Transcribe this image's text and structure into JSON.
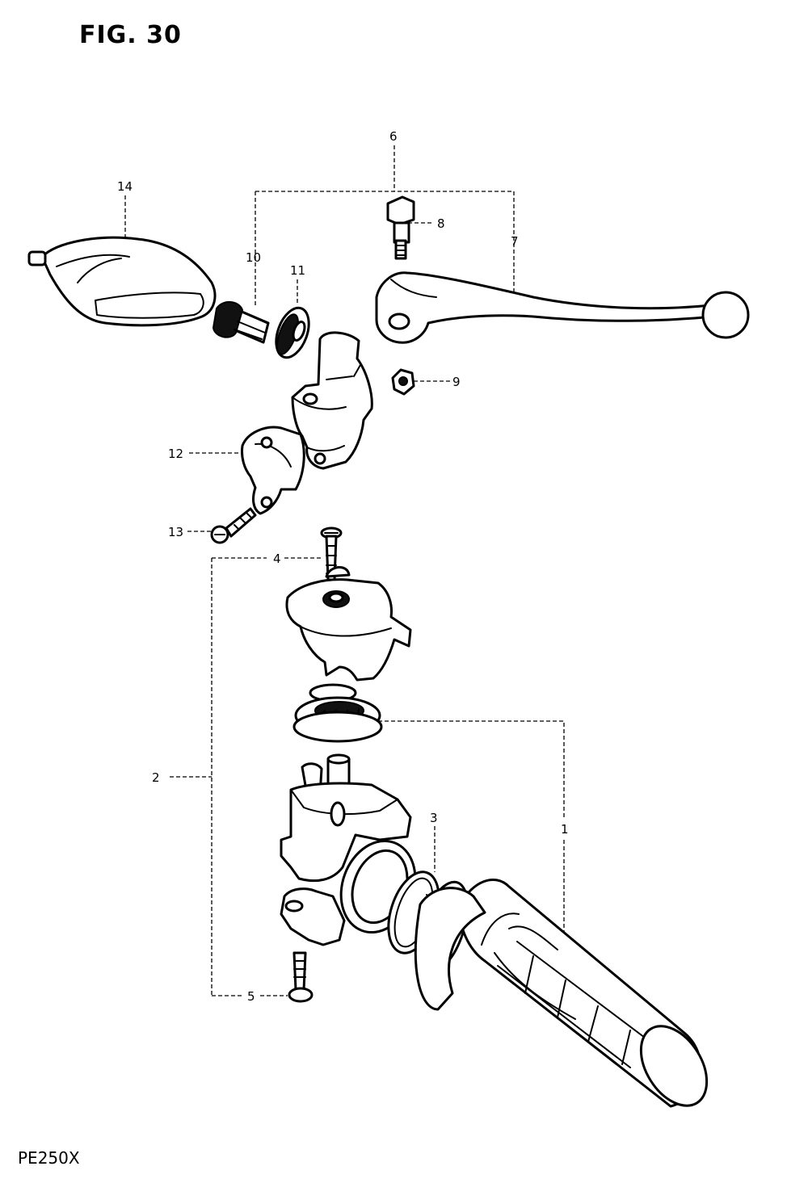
{
  "figure": {
    "title": "FIG. 30",
    "model": "PE250X"
  },
  "callouts": {
    "c1": "1",
    "c2": "2",
    "c3": "3",
    "c4": "4",
    "c5": "5",
    "c6": "6",
    "c7": "7",
    "c8": "8",
    "c9": "9",
    "c10": "10",
    "c11": "11",
    "c12": "12",
    "c13": "13",
    "c14": "14"
  }
}
